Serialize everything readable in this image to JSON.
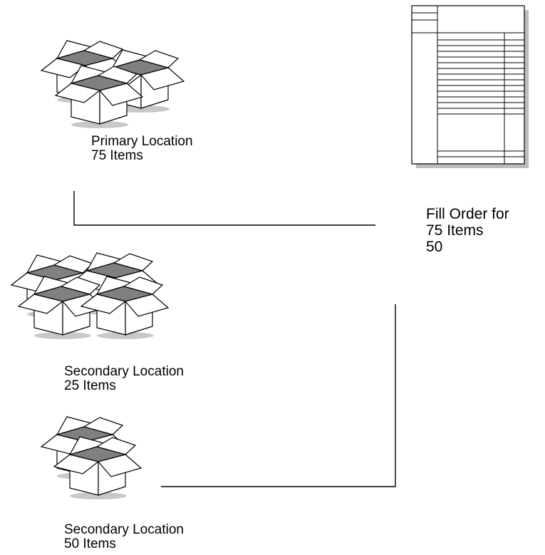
{
  "locations": [
    {
      "id": "primary",
      "name": "Primary Location",
      "quantity": "75 Items",
      "box_count": 3
    },
    {
      "id": "secondary-1",
      "name": "Secondary Location",
      "quantity": "25 Items",
      "box_count": 4
    },
    {
      "id": "secondary-2",
      "name": "Secondary Location",
      "quantity": "50 Items",
      "box_count": 2
    }
  ],
  "order": {
    "line1": "Fill Order for",
    "line2": "75 Items",
    "line3": "50"
  },
  "colors": {
    "box_lid_shade": "#808080",
    "box_shadow": "#c8c8c8",
    "stroke": "#000000",
    "background": "#ffffff"
  }
}
